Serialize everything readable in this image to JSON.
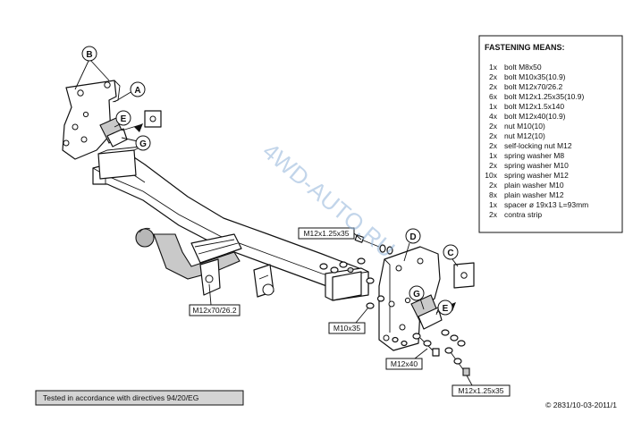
{
  "callouts": {
    "a": "A",
    "b": "B",
    "c": "C",
    "d": "D",
    "e": "E",
    "g": "G"
  },
  "dimensions": {
    "m12x125x35_top": "M12x1.25x35",
    "m12x70": "M12x70/26.2",
    "m10x35": "M10x35",
    "m12x40": "M12x40",
    "m12x125x35_bottom": "M12x1.25x35"
  },
  "fastening": {
    "title": "FASTENING MEANS:",
    "items": [
      {
        "qty": "1x",
        "desc": "bolt M8x50"
      },
      {
        "qty": "2x",
        "desc": "bolt M10x35(10.9)"
      },
      {
        "qty": "2x",
        "desc": "bolt M12x70/26.2"
      },
      {
        "qty": "6x",
        "desc": "bolt M12x1.25x35(10.9)"
      },
      {
        "qty": "1x",
        "desc": "bolt M12x1.5x140"
      },
      {
        "qty": "4x",
        "desc": "bolt M12x40(10.9)"
      },
      {
        "qty": "2x",
        "desc": "nut M10(10)"
      },
      {
        "qty": "2x",
        "desc": "nut M12(10)"
      },
      {
        "qty": "2x",
        "desc": "self-locking nut M12"
      },
      {
        "qty": "1x",
        "desc": "spring washer M8"
      },
      {
        "qty": "2x",
        "desc": "spring washer M10"
      },
      {
        "qty": "10x",
        "desc": "spring washer M12"
      },
      {
        "qty": "2x",
        "desc": "plain washer M10"
      },
      {
        "qty": "8x",
        "desc": "plain washer M12"
      },
      {
        "qty": "1x",
        "desc": "spacer ø 19x13 L=93mm"
      },
      {
        "qty": "2x",
        "desc": "contra strip"
      }
    ]
  },
  "footer": {
    "tested": "Tested in accordance with directives 94/20/EG",
    "copyright": "© 2831/10-03-2011/1"
  },
  "watermark": "4WD-AUTO.RU"
}
